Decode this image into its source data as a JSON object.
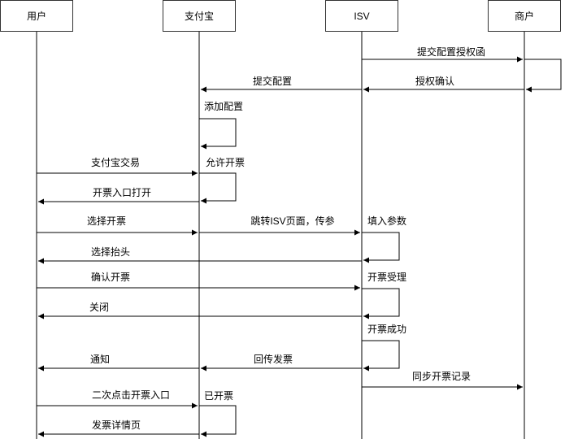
{
  "participants": [
    {
      "id": "user",
      "label": "用户"
    },
    {
      "id": "alipay",
      "label": "支付宝"
    },
    {
      "id": "isv",
      "label": "ISV"
    },
    {
      "id": "merchant",
      "label": "商户"
    }
  ],
  "messages": [
    {
      "from": "isv",
      "to": "merchant",
      "label": "提交配置授权函"
    },
    {
      "from": "merchant",
      "to": "merchant",
      "label": ""
    },
    {
      "from": "merchant",
      "to": "isv",
      "label": "授权确认"
    },
    {
      "from": "isv",
      "to": "alipay",
      "label": "提交配置"
    },
    {
      "from": "alipay",
      "to": "alipay",
      "label": "添加配置"
    },
    {
      "from": "user",
      "to": "alipay",
      "label": "支付宝交易"
    },
    {
      "from": "alipay",
      "to": "alipay",
      "label": "允许开票"
    },
    {
      "from": "alipay",
      "to": "user",
      "label": "开票入口打开"
    },
    {
      "from": "user",
      "to": "alipay",
      "label": "选择开票"
    },
    {
      "from": "alipay",
      "to": "isv",
      "label": "跳转ISV页面，传参"
    },
    {
      "from": "isv",
      "to": "isv",
      "label": "填入参数"
    },
    {
      "from": "isv",
      "to": "user",
      "label": "选择抬头"
    },
    {
      "from": "user",
      "to": "isv",
      "label": "确认开票"
    },
    {
      "from": "isv",
      "to": "isv",
      "label": "开票受理"
    },
    {
      "from": "isv",
      "to": "user",
      "label": "关闭"
    },
    {
      "from": "isv",
      "to": "isv",
      "label": "开票成功"
    },
    {
      "from": "isv",
      "to": "alipay",
      "label": "回传发票"
    },
    {
      "from": "alipay",
      "to": "user",
      "label": "通知"
    },
    {
      "from": "isv",
      "to": "merchant",
      "label": "同步开票记录"
    },
    {
      "from": "user",
      "to": "alipay",
      "label": "二次点击开票入口"
    },
    {
      "from": "alipay",
      "to": "alipay",
      "label": "已开票"
    },
    {
      "from": "alipay",
      "to": "user",
      "label": "发票详情页"
    }
  ]
}
